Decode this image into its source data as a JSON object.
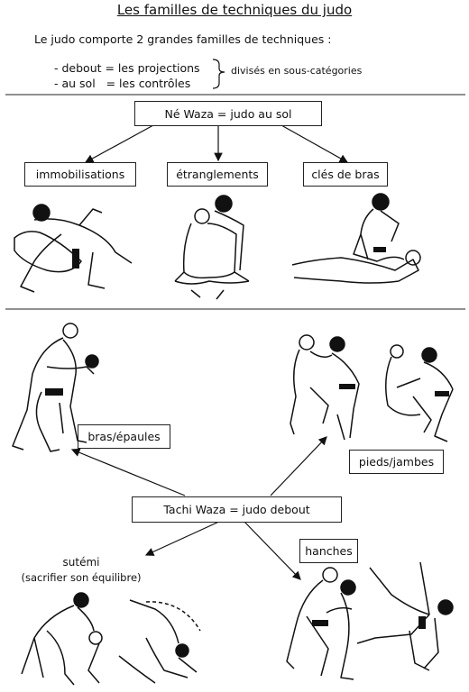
{
  "title": "Les familles de techniques du judo",
  "intro": "Le judo comporte 2 grandes familles de techniques :",
  "families": {
    "standing": "- debout = les projections",
    "ground": "- au sol   = les contrôles",
    "note": "divisés en sous-catégories"
  },
  "ne_waza": {
    "heading": "Né  Waza   =   judo au sol",
    "categories": [
      "immobilisations",
      "étranglements",
      "clés de bras"
    ]
  },
  "tachi_waza": {
    "heading": "Tachi  Waza   =   judo debout",
    "categories": {
      "arms": "bras/épaules",
      "legs": "pieds/jambes",
      "sutemi": "sutémi",
      "sutemi_note": "(sacrifier son équilibre)",
      "hips": "hanches"
    }
  },
  "icons": [
    "judoka-figure"
  ],
  "colors": {
    "ink": "#111111",
    "background": "#ffffff"
  }
}
